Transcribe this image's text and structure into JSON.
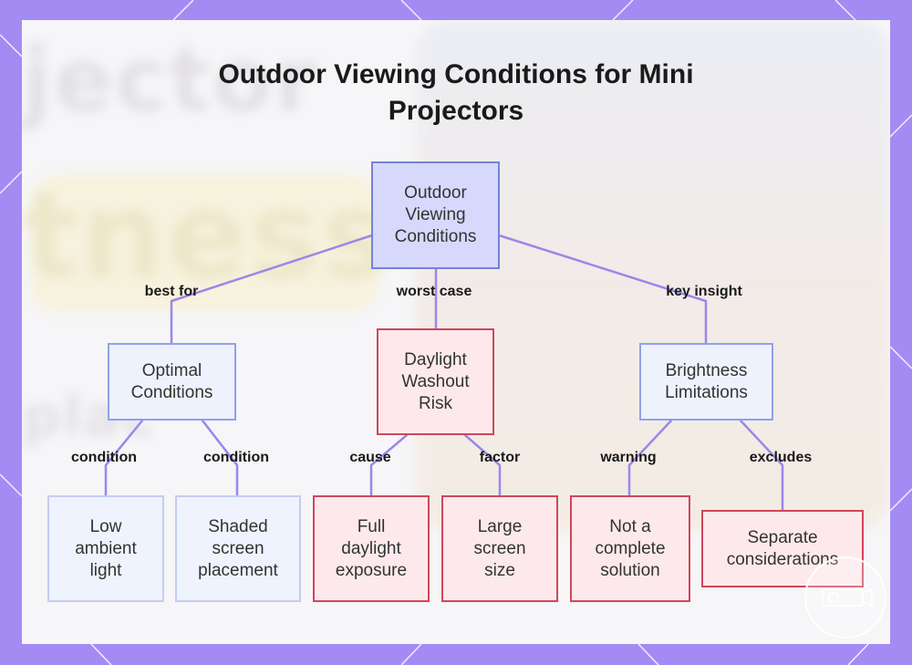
{
  "title": "Outdoor Viewing Conditions for Mini Projectors",
  "nodes": {
    "root": "Outdoor Viewing Conditions",
    "optimal": "Optimal Conditions",
    "washout": "Daylight Washout Risk",
    "brightness": "Brightness Limitations",
    "low_light": "Low ambient light",
    "shaded": "Shaded screen placement",
    "full_daylight": "Full daylight exposure",
    "large_screen": "Large screen size",
    "not_complete": "Not a complete solution",
    "separate": "Separate considerations"
  },
  "edge_labels": {
    "best_for": "best for",
    "worst_case": "worst case",
    "key_insight": "key insight",
    "condition_1": "condition",
    "condition_2": "condition",
    "cause": "cause",
    "factor": "factor",
    "warning": "warning",
    "excludes": "excludes"
  },
  "background_text": {
    "word1": "jector",
    "word2": "tness",
    "word3": "plac"
  },
  "colors": {
    "frame": "#a48bf4",
    "edge": "#9c86ea",
    "root_fill": "#d6d9fb",
    "blue_fill": "#eef2fd",
    "red_fill": "#fde9ec",
    "red_border": "#d0465a"
  },
  "icons": {
    "watermark": "projector-icon"
  }
}
